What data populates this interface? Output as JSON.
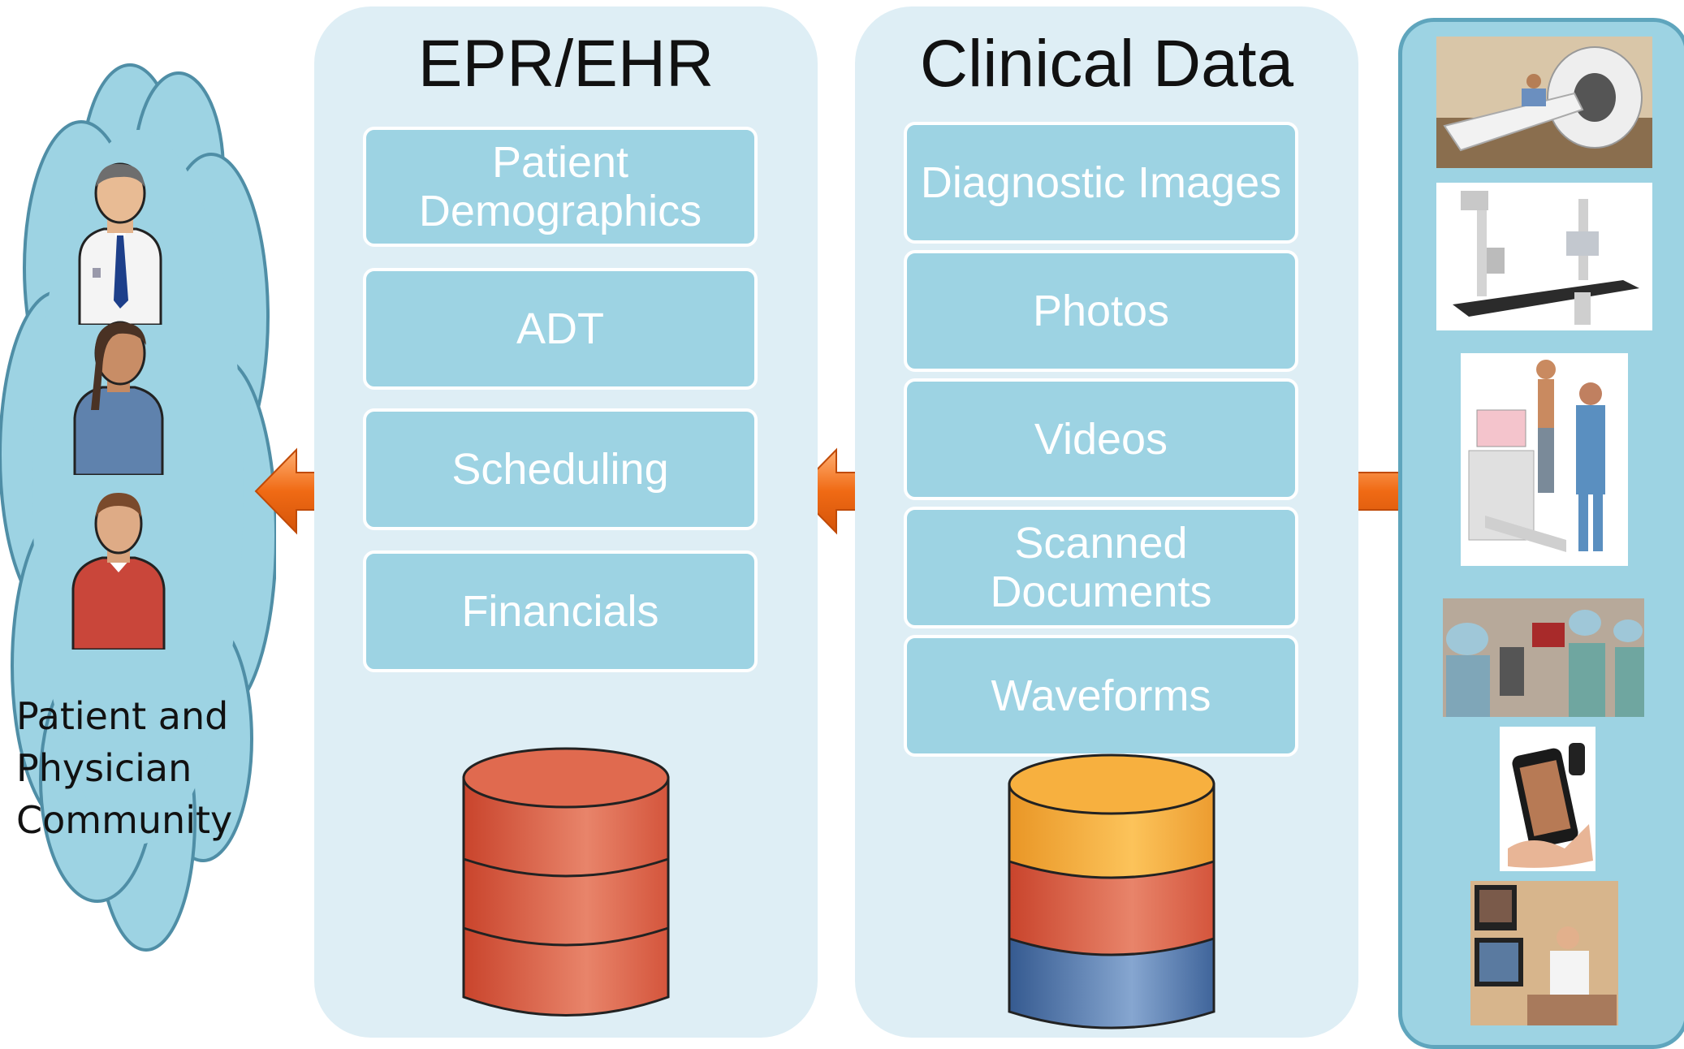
{
  "community": {
    "label": "Patient and\nPhysician\nCommunity"
  },
  "epr_panel": {
    "title": "EPR/EHR",
    "items": [
      "Patient Demographics",
      "ADT",
      "Scheduling",
      "Financials"
    ]
  },
  "clinical_panel": {
    "title": "Clinical Data",
    "items": [
      "Diagnostic Images",
      "Photos",
      "Videos",
      "Scanned Documents",
      "Waveforms"
    ]
  },
  "colors": {
    "panel_bg": "#deeef5",
    "box_fill": "#9dd3e3",
    "arrow": "#f06a14",
    "db_red": "#d9553a",
    "db_orange": "#f3a63a",
    "db_blue": "#4a70a6",
    "cloud": "#9dd3e3"
  },
  "devices": [
    "ct-scanner",
    "x-ray-machine",
    "ecg-treadmill",
    "endoscopy-team",
    "smartphone-dermatoscope",
    "telemedicine-station"
  ]
}
